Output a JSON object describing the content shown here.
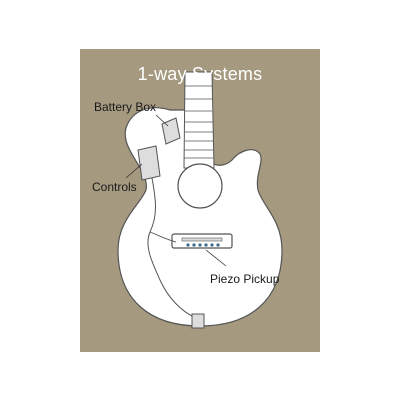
{
  "title": "1-way Systems",
  "labels": {
    "battery_box": "Battery Box",
    "controls": "Controls",
    "piezo_pickup": "Piezo Pickup"
  },
  "colors": {
    "panel": "#a59a80",
    "guitar_fill": "#ffffff",
    "outline": "#555555",
    "title_text": "#ffffff",
    "label_text": "#1a1a1a",
    "piezo_pins": "#3a6a8a"
  }
}
